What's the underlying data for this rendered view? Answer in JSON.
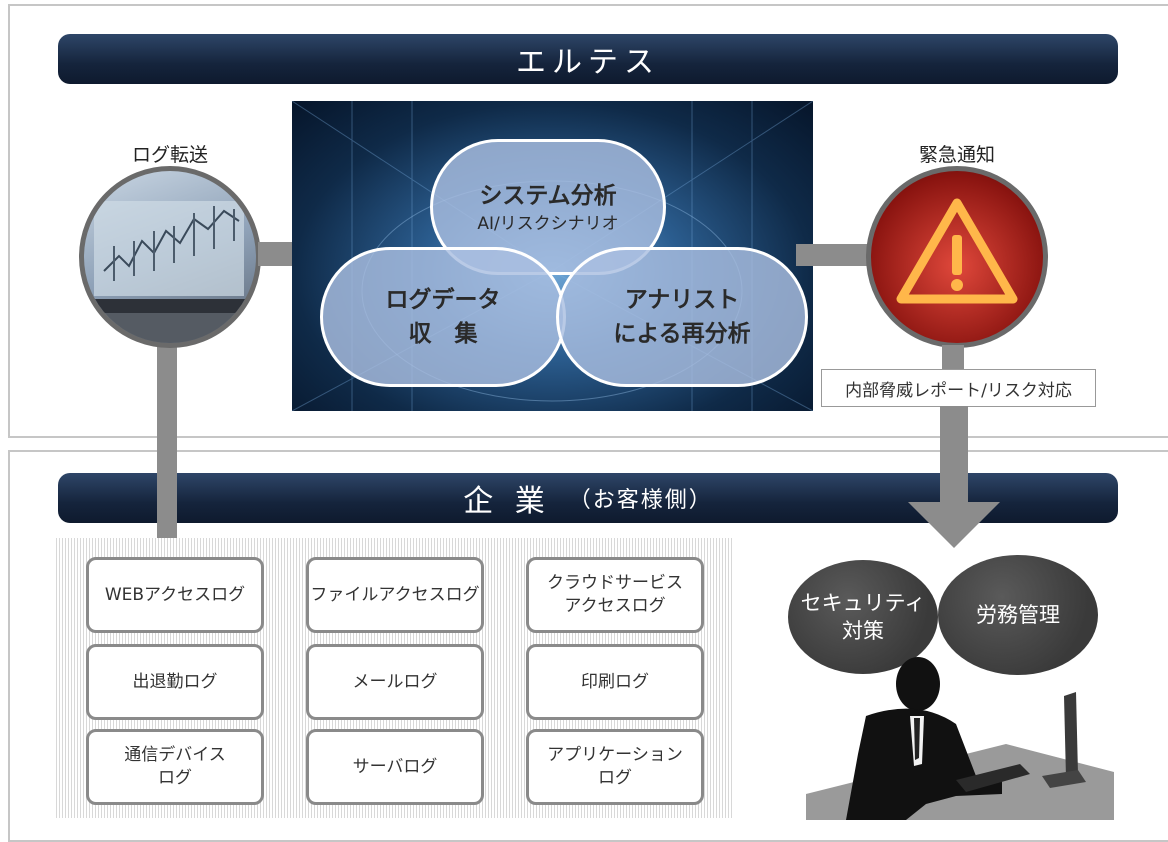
{
  "provider": {
    "banner": "エルテス",
    "log_transfer_label": "ログ転送",
    "alert_label": "緊急通知",
    "pills": {
      "system_analysis_title": "システム分析",
      "system_analysis_sub": "AI/リスクシナリオ",
      "log_collect_line1": "ログデータ",
      "log_collect_line2": "収　集",
      "analyst_line1": "アナリスト",
      "analyst_line2": "による再分析"
    },
    "report_tag": "内部脅威レポート/リスク対応"
  },
  "company": {
    "banner": "企 業",
    "banner_sub": "（お客様側）",
    "logs": [
      "WEBアクセスログ",
      "ファイルアクセスログ",
      "クラウドサービス\nアクセスログ",
      "出退勤ログ",
      "メールログ",
      "印刷ログ",
      "通信デバイス\nログ",
      "サーバログ",
      "アプリケーション\nログ"
    ],
    "bubbles": {
      "security": "セキュリティ\n対策",
      "labor": "労務管理"
    }
  },
  "icons": [
    "laptop-chart-icon",
    "warning-triangle-icon",
    "person-at-computer-icon",
    "arrow-right-icon",
    "arrow-down-icon"
  ],
  "colors": {
    "banner": "#15243c",
    "bar": "#8c8c8c",
    "pill": "#aabee1",
    "alert": "#d4231a"
  }
}
